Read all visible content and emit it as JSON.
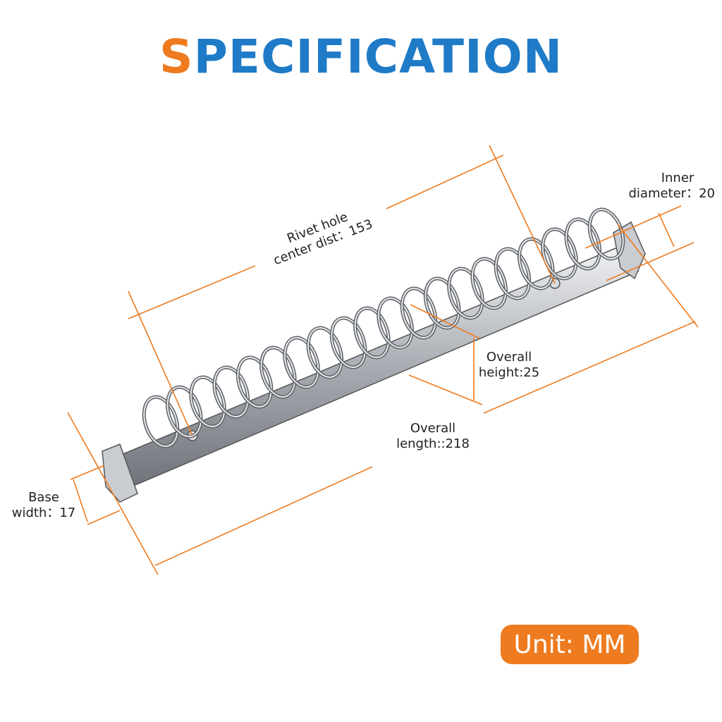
{
  "title": {
    "first_letter": "S",
    "rest": "PECIFICATION"
  },
  "labels": {
    "rivet_line1": "Rivet hole",
    "rivet_line2": "center dist：153",
    "inner_line1": "Inner",
    "inner_line2": "diameter：20",
    "height_line1": "Overall",
    "height_line2": "height:25",
    "length_line1": "Overall",
    "length_line2": "length::218",
    "base_line1": "Base",
    "base_line2": "width：17"
  },
  "unit_badge": "Unit: MM",
  "colors": {
    "accent_orange": "#ee7b1f",
    "title_blue": "#1f7bc7",
    "metal": "#b8bcc2"
  }
}
